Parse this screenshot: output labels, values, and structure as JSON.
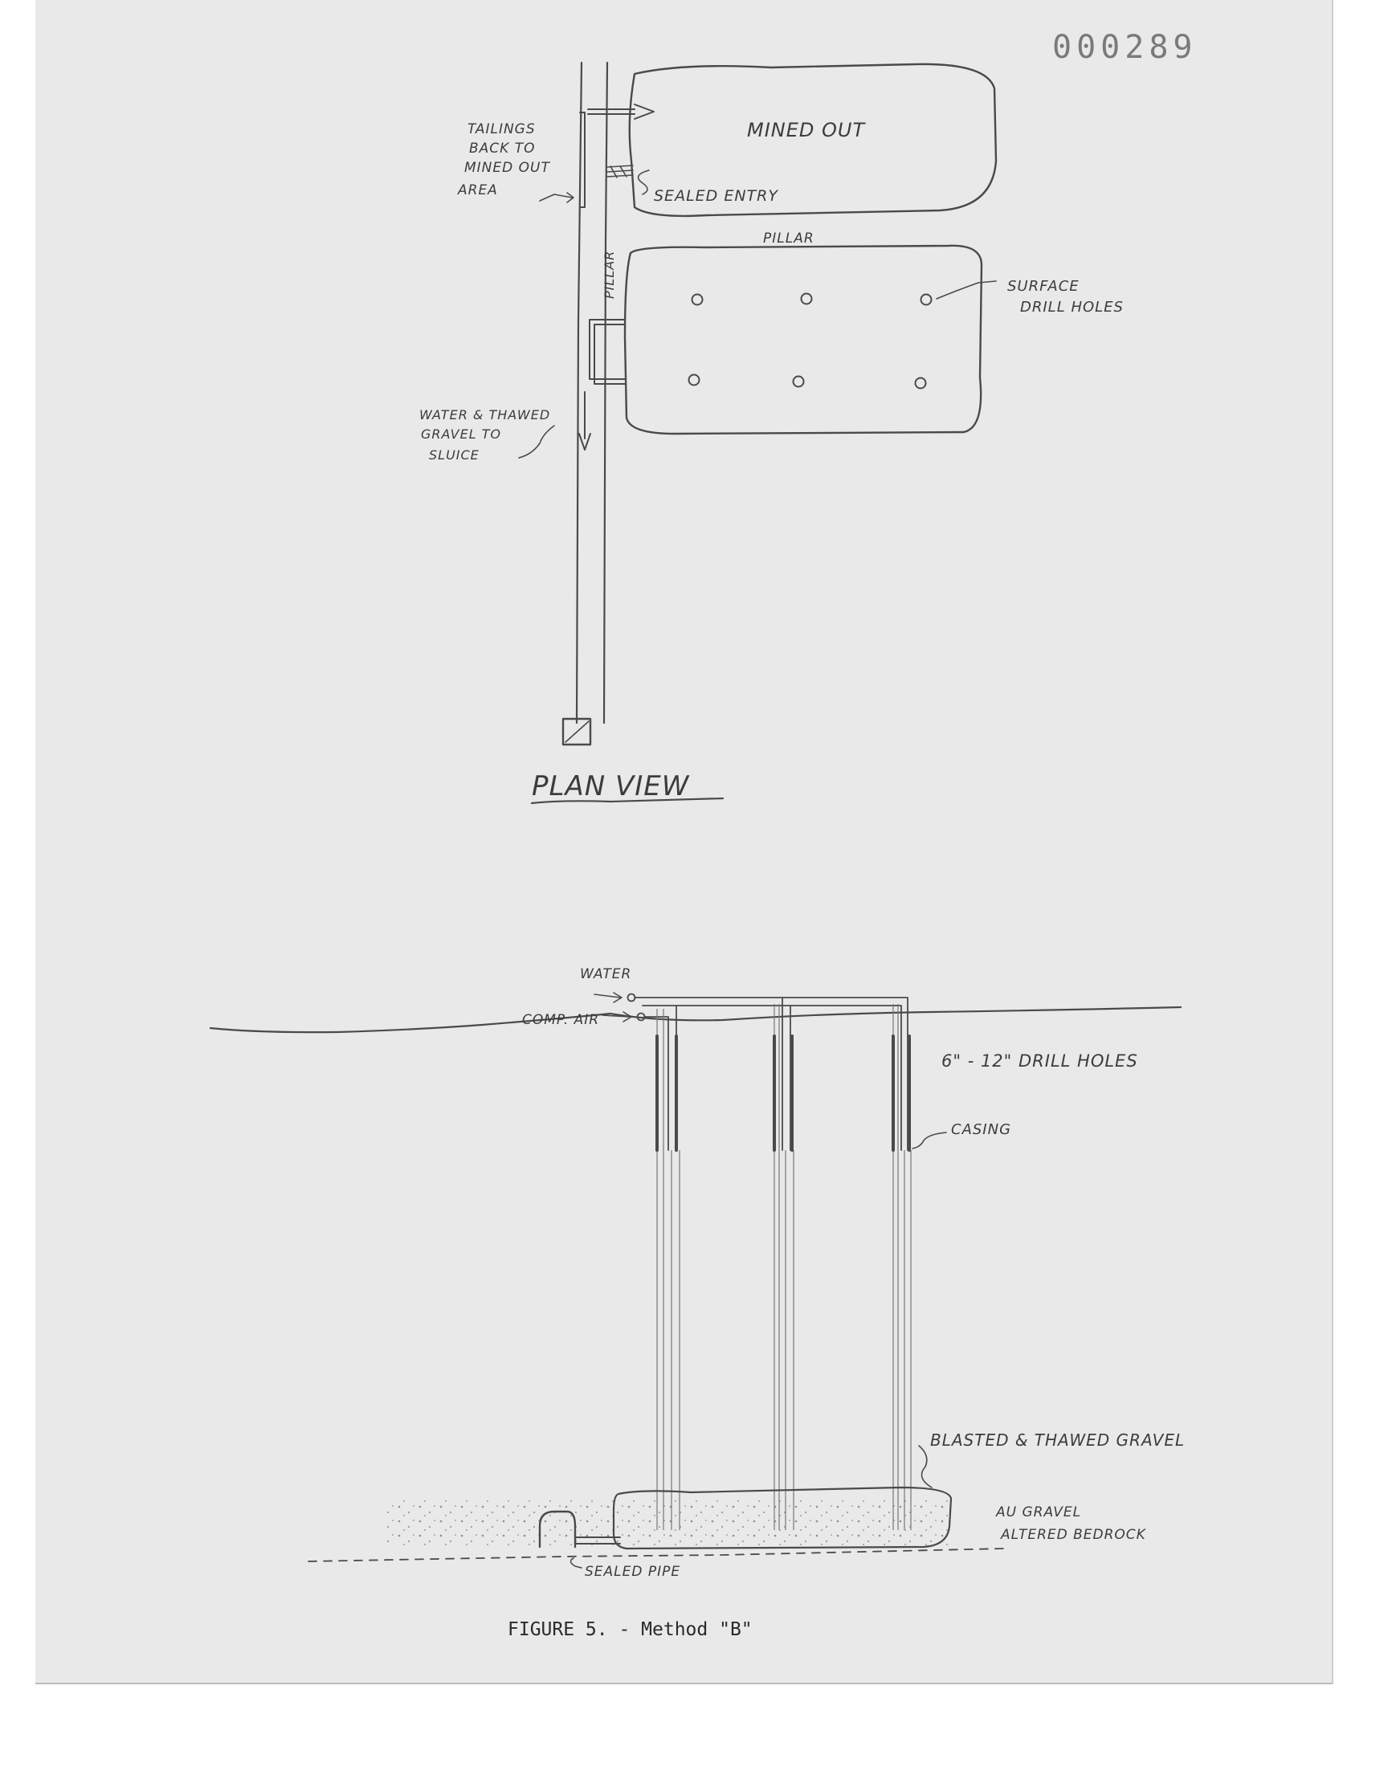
{
  "page_number": "000289",
  "plan_view": {
    "title": "PLAN VIEW",
    "mined_out": "MINED OUT",
    "sealed_entry": "SEALED ENTRY",
    "pillar_horizontal": "PILLAR",
    "pillar_vertical": "PILLAR",
    "surface_drill_holes": [
      "SURFACE",
      "DRILL HOLES"
    ],
    "tailings": [
      "TAILINGS",
      "BACK TO",
      "MINED OUT",
      "AREA"
    ],
    "water_gravel": [
      "WATER & THAWED",
      "GRAVEL TO",
      "SLUICE"
    ]
  },
  "section_view": {
    "water": "WATER",
    "comp_air": "COMP. AIR",
    "drill_holes": "6\" - 12\" DRILL HOLES",
    "casing": "CASING",
    "blasted_gravel": "BLASTED & THAWED GRAVEL",
    "au_gravel": "AU GRAVEL",
    "altered_bedrock": "ALTERED BEDROCK",
    "sealed_pipe": "SEALED PIPE"
  },
  "caption": "FIGURE 5. - Method \"B\""
}
